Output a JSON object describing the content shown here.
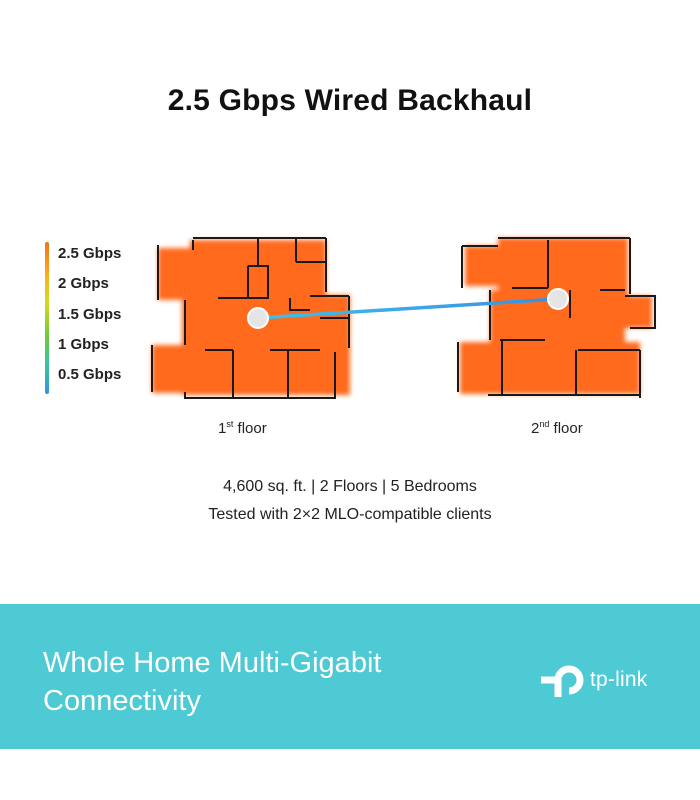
{
  "title": "2.5 Gbps Wired Backhaul",
  "legend": {
    "items": [
      "2.5 Gbps",
      "2 Gbps",
      "1.5 Gbps",
      "1 Gbps",
      "0.5 Gbps"
    ],
    "gradient_colors": [
      "#f2711c",
      "#f7b21a",
      "#d9d81d",
      "#6cc93a",
      "#36c8a0",
      "#3a8fe2"
    ]
  },
  "floors": {
    "first": {
      "num": "1",
      "sup": "st",
      "word": "floor"
    },
    "second": {
      "num": "2",
      "sup": "nd",
      "word": "floor"
    }
  },
  "info": {
    "line1": "4,600 sq. ft. | 2 Floors | 5 Bedrooms",
    "line2": "Tested with 2×2 MLO-compatible clients"
  },
  "banner": {
    "line1": "Whole Home Multi-Gigabit",
    "line2": "Connectivity",
    "logo_text": "tp-link",
    "bg_color": "#4dcad4"
  },
  "colors": {
    "coverage": "#ff6a1f",
    "wall": "#1a1a1a",
    "link_line": "#3aa6e0"
  }
}
